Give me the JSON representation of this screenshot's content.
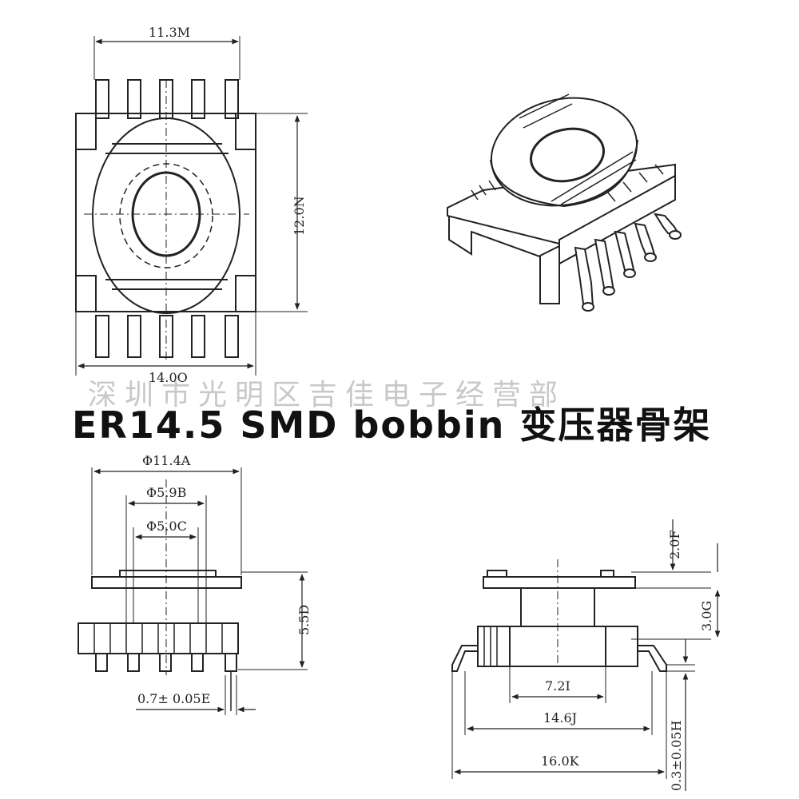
{
  "title": "ER14.5 SMD bobbin 变压器骨架",
  "watermark": "深圳市光明区吉佳电子经营部",
  "top_view": {
    "width_label": "11.3M",
    "height_label": "12.0N",
    "base_label": "14.0O"
  },
  "side_view": {
    "outer_dia": "Φ11.4A",
    "mid_dia": "Φ5.9B",
    "inner_dia": "Φ5.0C",
    "height": "5.5D",
    "pin": "0.7± 0.05E"
  },
  "front_view": {
    "top": "2.0F",
    "mid": "3.0G",
    "inner": "7.2I",
    "span": "14.6J",
    "total": "16.0K",
    "foot": "0.3±0.05H"
  }
}
